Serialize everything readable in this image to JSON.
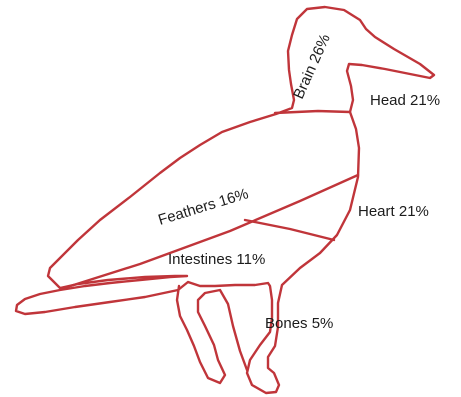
{
  "diagram": {
    "outline_color": "#c0353a",
    "text_color": "#1c1c1c",
    "labels": {
      "brain": "Brain 26%",
      "head": "Head 21%",
      "feathers": "Feathers 16%",
      "heart": "Heart 21%",
      "intestines": "Intestines 11%",
      "bones": "Bones 5%"
    }
  }
}
